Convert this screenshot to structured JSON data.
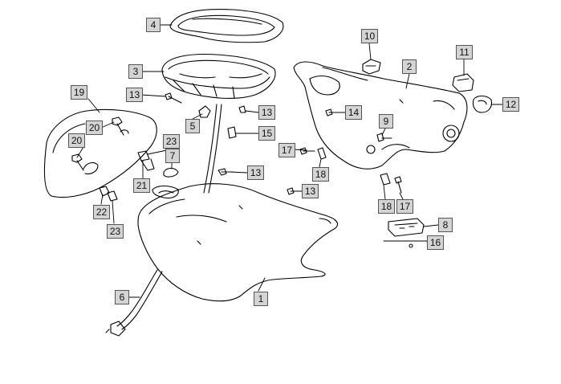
{
  "diagram": {
    "type": "exploded-parts-diagram",
    "background_color": "#ffffff",
    "line_color": "#000000",
    "callout_fill": "#d4d4d4",
    "callouts": [
      {
        "id": "c1",
        "label": "1"
      },
      {
        "id": "c2",
        "label": "2"
      },
      {
        "id": "c3",
        "label": "3"
      },
      {
        "id": "c4",
        "label": "4"
      },
      {
        "id": "c5",
        "label": "5"
      },
      {
        "id": "c6",
        "label": "6"
      },
      {
        "id": "c7",
        "label": "7"
      },
      {
        "id": "c8",
        "label": "8"
      },
      {
        "id": "c9",
        "label": "9"
      },
      {
        "id": "c10",
        "label": "10"
      },
      {
        "id": "c11",
        "label": "11"
      },
      {
        "id": "c12",
        "label": "12"
      },
      {
        "id": "c13a",
        "label": "13"
      },
      {
        "id": "c13b",
        "label": "13"
      },
      {
        "id": "c13c",
        "label": "13"
      },
      {
        "id": "c13d",
        "label": "13"
      },
      {
        "id": "c14",
        "label": "14"
      },
      {
        "id": "c15",
        "label": "15"
      },
      {
        "id": "c16",
        "label": "16"
      },
      {
        "id": "c17a",
        "label": "17"
      },
      {
        "id": "c17b",
        "label": "17"
      },
      {
        "id": "c18a",
        "label": "18"
      },
      {
        "id": "c18b",
        "label": "18"
      },
      {
        "id": "c19",
        "label": "19"
      },
      {
        "id": "c20a",
        "label": "20"
      },
      {
        "id": "c20b",
        "label": "20"
      },
      {
        "id": "c21",
        "label": "21"
      },
      {
        "id": "c22",
        "label": "22"
      },
      {
        "id": "c23a",
        "label": "23"
      },
      {
        "id": "c23b",
        "label": "23"
      }
    ]
  }
}
